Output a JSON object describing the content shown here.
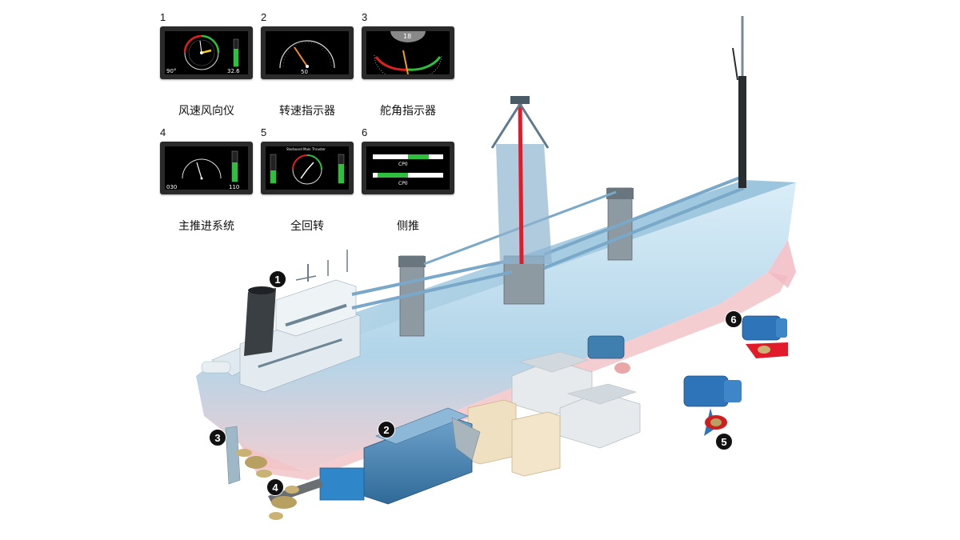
{
  "panels": [
    {
      "number": "1",
      "caption": "风速风向仪",
      "reading_left": "90°",
      "reading_right": "32.6"
    },
    {
      "number": "2",
      "caption": "转速指示器",
      "reading": "50"
    },
    {
      "number": "3",
      "caption": "舵角指示器",
      "reading": "18"
    },
    {
      "number": "4",
      "caption": "主推进系统",
      "reading_left": "030",
      "reading_right": "110"
    },
    {
      "number": "5",
      "caption": "全回转",
      "title": "Starboard Main Thruster"
    },
    {
      "number": "6",
      "caption": "侧推",
      "reading_top": "CP0",
      "reading_bottom": "CP0"
    }
  ],
  "callouts": [
    "1",
    "2",
    "3",
    "4",
    "5",
    "6"
  ],
  "colors": {
    "hull_light": "#cfe6f3",
    "hull_mid": "#9ec8e0",
    "hull_dark": "#6e9fbf",
    "keel_red": "#f1c4c4",
    "engine_blue": "#3f7fb0",
    "motor_blue": "#2d74b8",
    "prop_gold": "#b8a060",
    "crate": "#efe0c2",
    "mast_red": "#e21b2a"
  }
}
